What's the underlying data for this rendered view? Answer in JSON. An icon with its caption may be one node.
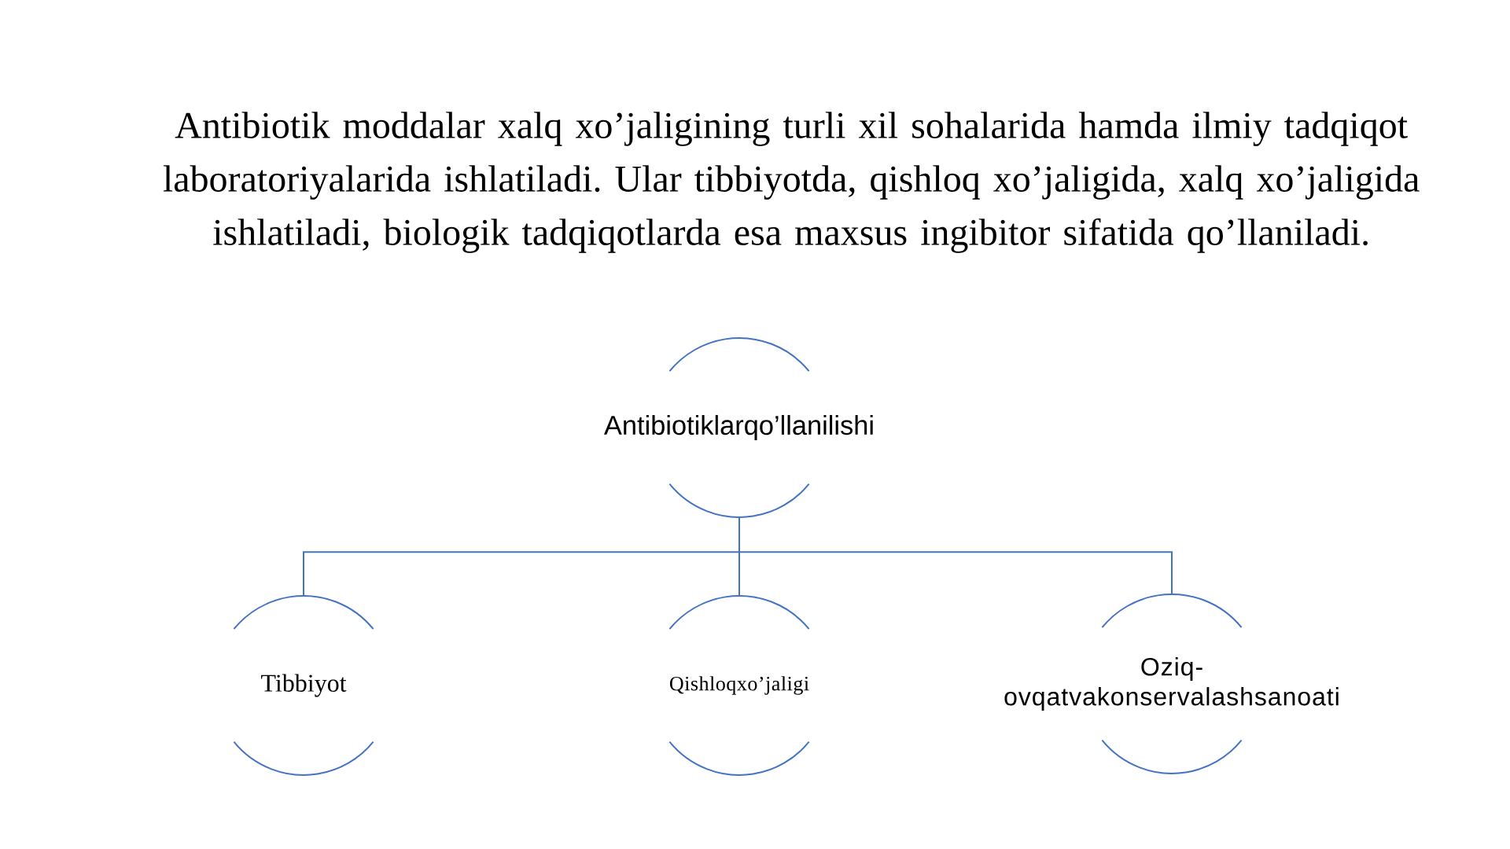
{
  "diagram": {
    "nodes": [
      {
        "text": [
          "Antibiotiklarqo’llanilishi"
        ]
      },
      {
        "text": [
          "Tibbiyot"
        ]
      },
      {
        "text": [
          "Qishloqxo’jaligi"
        ]
      },
      {
        "text": [
          "Oziq-ovqatvakonservalashsanoati"
        ]
      }
    ],
    "edges": [
      {
        "from": 0,
        "to": 1,
        "arrow": "none"
      },
      {
        "from": 0,
        "to": 2,
        "arrow": "none"
      },
      {
        "from": 0,
        "to": 3,
        "arrow": "none"
      }
    ],
    "labels": [
      "Antibiotik moddalar xalq xo’jaligining turli xil sohalarida hamda ilmiy tadqiqot laboratoriyalarida ishlatiladi. Ular tibbiyotda, qishloq xo’jaligida, xalq xo’jaligida ishlatiladi, biologik tadqiqotlarda esa maxsus ingibitor sifatida qo’llaniladi."
    ]
  }
}
